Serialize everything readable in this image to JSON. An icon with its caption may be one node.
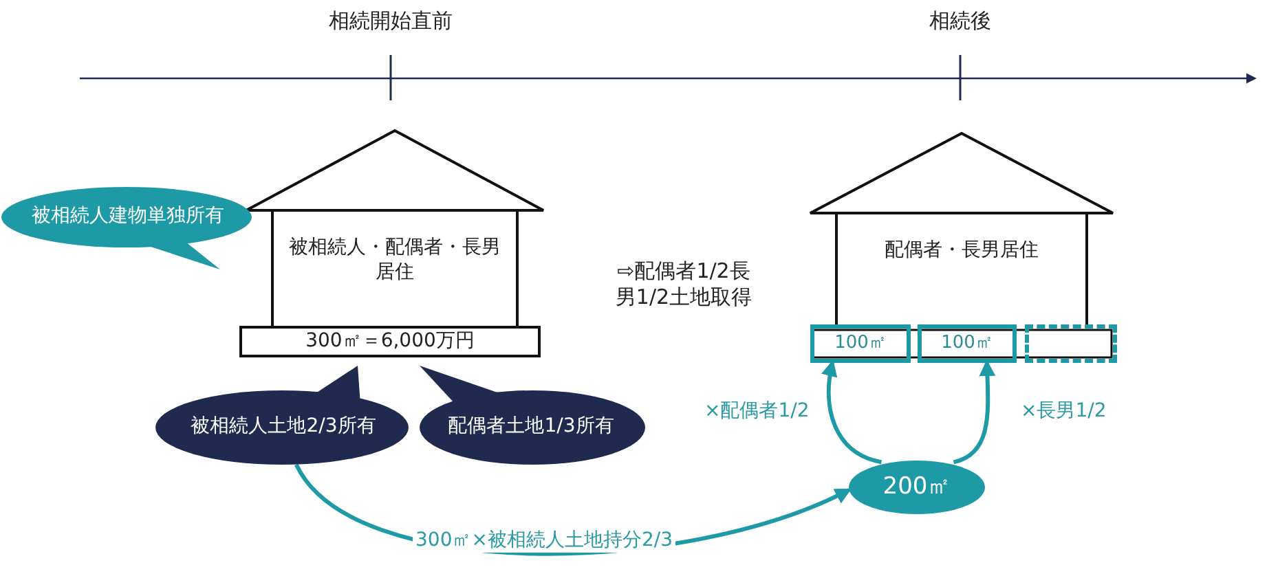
{
  "diagram": {
    "nodes": [
      {
        "text": [
          "被相続人・配偶者・長男居住"
        ]
      },
      {
        "text": [
          "300㎡＝6,000万円"
        ]
      },
      {
        "text": [
          "被相続人建物単独所有"
        ]
      },
      {
        "text": [
          "被相続人土地2/3所有"
        ]
      },
      {
        "text": [
          "配偶者土地1/3所有"
        ]
      },
      {
        "text": [
          "配偶者・長男居住"
        ]
      },
      {
        "text": [
          "100㎡"
        ]
      },
      {
        "text": [
          "100㎡"
        ]
      },
      {
        "text": [],
        "shape": "box"
      },
      {
        "text": [
          "200㎡"
        ]
      }
    ],
    "edges": [
      {
        "from": 3,
        "to": 9,
        "arrow": "to",
        "label": "300㎡×被相続人土地持分2/3"
      },
      {
        "from": 9,
        "to": 6,
        "arrow": "to",
        "label": "×配偶者1/2"
      },
      {
        "from": 9,
        "to": 7,
        "arrow": "to",
        "label": "×長男1/2"
      }
    ],
    "labels": [
      "相続開始直前",
      "相続後",
      "⇨配偶者1/2長男1/2土地取得"
    ]
  }
}
